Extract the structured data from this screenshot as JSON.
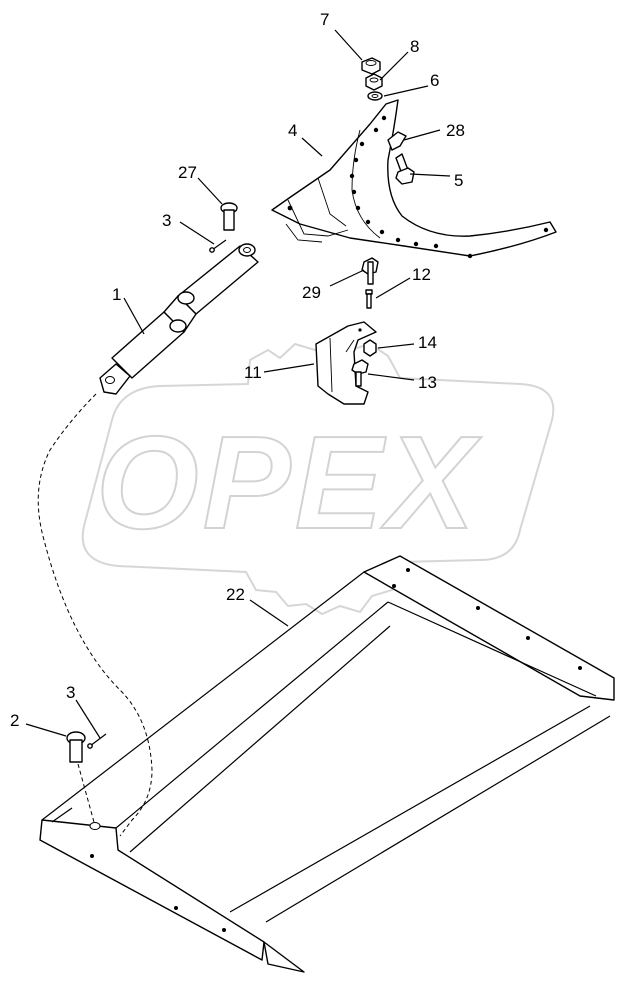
{
  "watermark": {
    "text": "OPEX"
  },
  "callouts": [
    {
      "id": "c7",
      "label": "7"
    },
    {
      "id": "c8",
      "label": "8"
    },
    {
      "id": "c6",
      "label": "6"
    },
    {
      "id": "c4",
      "label": "4"
    },
    {
      "id": "c28",
      "label": "28"
    },
    {
      "id": "c5",
      "label": "5"
    },
    {
      "id": "c27",
      "label": "27"
    },
    {
      "id": "c3a",
      "label": "3"
    },
    {
      "id": "c1",
      "label": "1"
    },
    {
      "id": "c29",
      "label": "29"
    },
    {
      "id": "c12",
      "label": "12"
    },
    {
      "id": "c14",
      "label": "14"
    },
    {
      "id": "c11",
      "label": "11"
    },
    {
      "id": "c13",
      "label": "13"
    },
    {
      "id": "c22",
      "label": "22"
    },
    {
      "id": "c3b",
      "label": "3"
    },
    {
      "id": "c2",
      "label": "2"
    }
  ]
}
